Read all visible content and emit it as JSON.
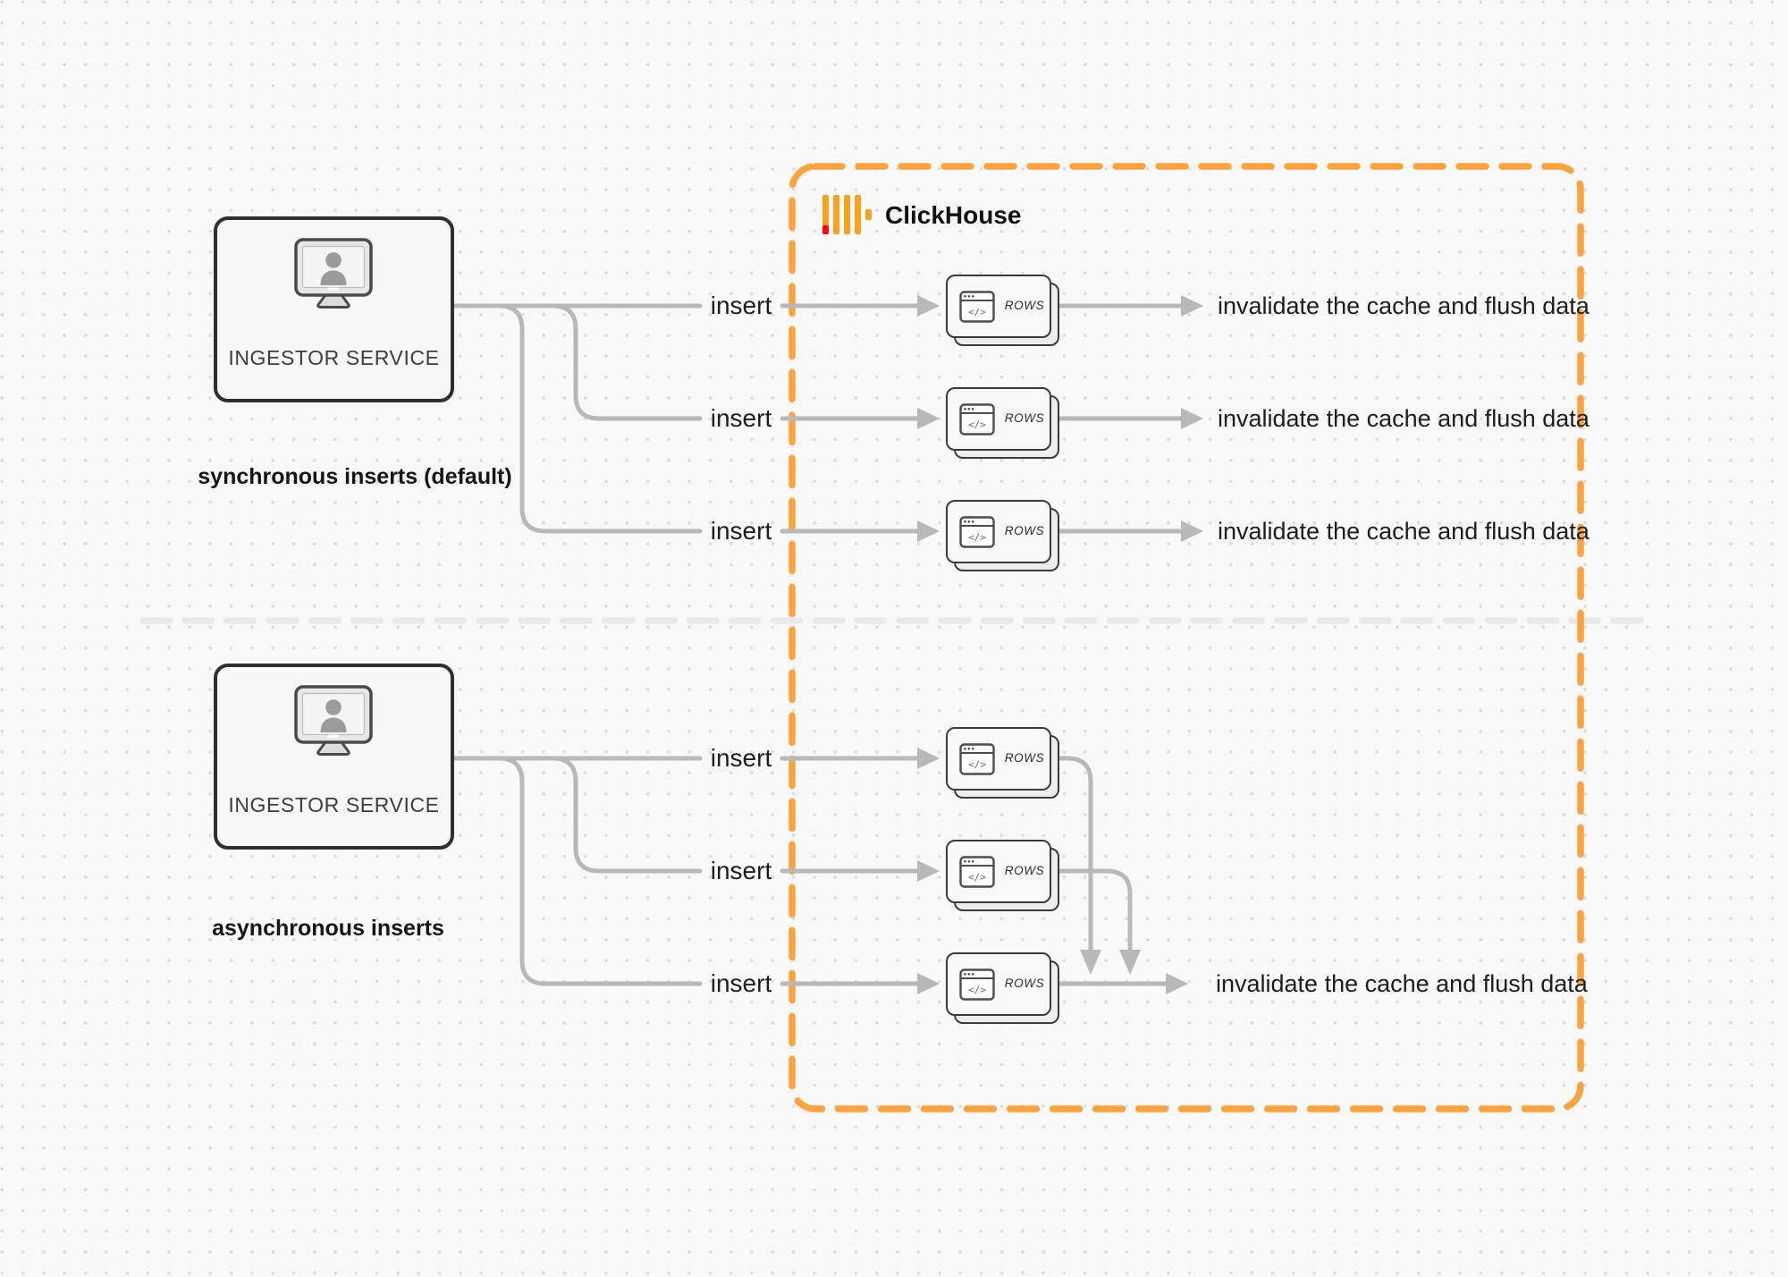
{
  "diagram_title": "ClickHouse synchronous vs asynchronous inserts",
  "clickhouse": {
    "name": "ClickHouse",
    "brand_amber": "#F6A21E",
    "brand_red": "#FB0605",
    "boundary_orange": "#F9A43F"
  },
  "colors": {
    "arrow_gray": "#b8b8b8",
    "divider_gray": "#e8e8ea",
    "card_border": "#3b3b3b",
    "service_box_border": "#2f2f2f",
    "text_dark": "#1d1d1d"
  },
  "icons": {
    "service": "monitor-user-icon",
    "card": "code-window-icon",
    "logo": "clickhouse-bars-icon"
  },
  "sync_section": {
    "service": {
      "label": "INGESTOR SERVICE"
    },
    "caption": "synchronous inserts (default)",
    "rows": [
      {
        "insert_label": "insert",
        "card_label": "ROWS",
        "result_label": "invalidate the cache and flush data"
      },
      {
        "insert_label": "insert",
        "card_label": "ROWS",
        "result_label": "invalidate the cache and flush data"
      },
      {
        "insert_label": "insert",
        "card_label": "ROWS",
        "result_label": "invalidate the cache and flush data"
      }
    ]
  },
  "async_section": {
    "service": {
      "label": "INGESTOR SERVICE"
    },
    "caption": "asynchronous inserts",
    "rows": [
      {
        "insert_label": "insert",
        "card_label": "ROWS"
      },
      {
        "insert_label": "insert",
        "card_label": "ROWS"
      },
      {
        "insert_label": "insert",
        "card_label": "ROWS"
      }
    ],
    "result_label": "invalidate the cache and flush data"
  }
}
